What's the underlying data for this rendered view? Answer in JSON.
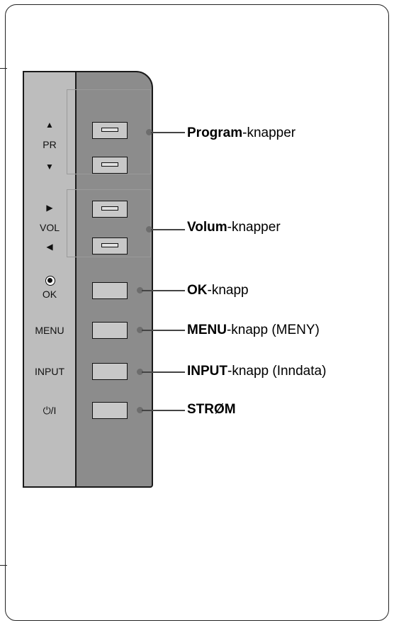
{
  "side_labels": {
    "pr": "PR",
    "vol": "VOL",
    "ok": "OK",
    "menu": "MENU",
    "input": "INPUT",
    "power": "⏻/I"
  },
  "glyphs": {
    "pr_up": "▲",
    "pr_down": "▼",
    "vol_right": "▶",
    "vol_left": "◀"
  },
  "callouts": {
    "program": {
      "bold": "Program",
      "rest": "-knapper"
    },
    "volume": {
      "bold": "Volum",
      "rest": "-knapper"
    },
    "ok": {
      "bold": "OK",
      "rest": "-knapp"
    },
    "menu": {
      "bold": "MENU",
      "rest": "-knapp (MENY)"
    },
    "input": {
      "bold": "INPUT",
      "rest": "-knapp (Inndata)"
    },
    "power": {
      "bold": "STRØM",
      "rest": ""
    }
  },
  "colors": {
    "panel_light": "#bdbdbd",
    "panel_dark": "#8c8c8c",
    "button_face": "#c8c8c8"
  }
}
